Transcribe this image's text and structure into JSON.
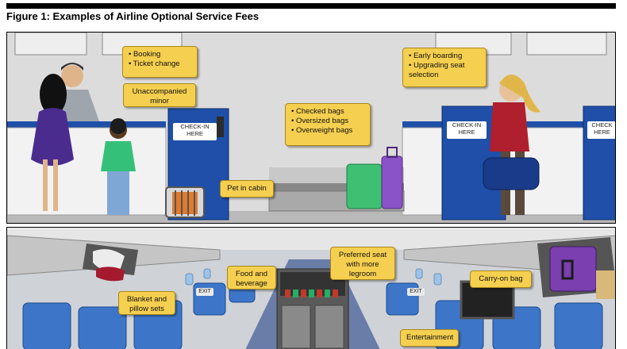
{
  "figure_title": "Figure 1: Examples of Airline Optional Service Fees",
  "colors": {
    "callout_fill": "#f5cf4f",
    "kiosk_blue": "#1f4fa8",
    "counter_stripe": "#1f4fa8"
  },
  "kiosks": [
    {
      "line1": "CHECK-IN",
      "line2": "HERE"
    },
    {
      "line1": "CHECK-IN",
      "line2": "HERE"
    },
    {
      "line1": "CHECK",
      "line2": "HERE"
    }
  ],
  "callouts": {
    "booking": {
      "items": [
        "Booking",
        "Ticket change"
      ]
    },
    "unaccompanied_minor": {
      "text": "Unaccompanied minor"
    },
    "pet_in_cabin": {
      "text": "Pet in cabin"
    },
    "bags": {
      "items": [
        "Checked bags",
        "Oversized bags",
        "Overweight bags"
      ]
    },
    "boarding": {
      "items": [
        "Early boarding",
        "Upgrading seat selection"
      ]
    },
    "food": {
      "text": "Food and beverage"
    },
    "preferred_seat": {
      "text": "Preferred seat with more legroom"
    },
    "carry_on": {
      "text": "Carry-on bag"
    },
    "blanket": {
      "text": "Blanket and pillow sets"
    },
    "entertainment": {
      "text": "Entertainment"
    }
  },
  "cabin_signs": {
    "exit_left": "EXIT",
    "exit_right": "EXIT"
  }
}
